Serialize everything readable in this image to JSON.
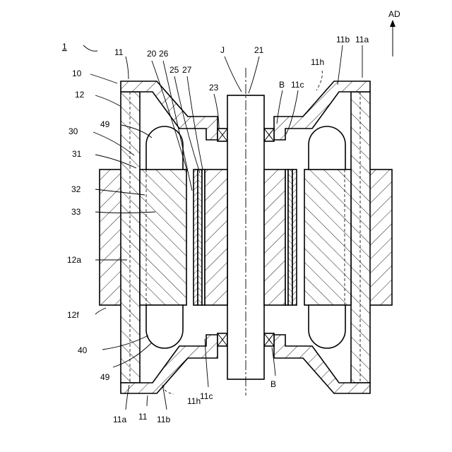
{
  "figure": {
    "labels": {
      "n1": "1",
      "n10": "10",
      "n12": "12",
      "n30": "30",
      "n31": "31",
      "n32": "32",
      "n33": "33",
      "n12a": "12a",
      "n12f": "12f",
      "n40": "40",
      "n49_top": "49",
      "n49_bot": "49",
      "n11_topleft": "11",
      "n11_botleft": "11",
      "n11a_top": "11a",
      "n11a_bot": "11a",
      "n11b_top": "11b",
      "n11b_bot": "11b",
      "n11h_top": "11h",
      "n11h_bot": "11h",
      "n11c_top": "11c",
      "n11c_bot": "11c",
      "n20": "20",
      "n26": "26",
      "n25": "25",
      "n27": "27",
      "n23": "23",
      "nJ": "J",
      "n21": "21",
      "nB_top": "B",
      "nB_bot": "B",
      "nAD": "AD"
    }
  }
}
